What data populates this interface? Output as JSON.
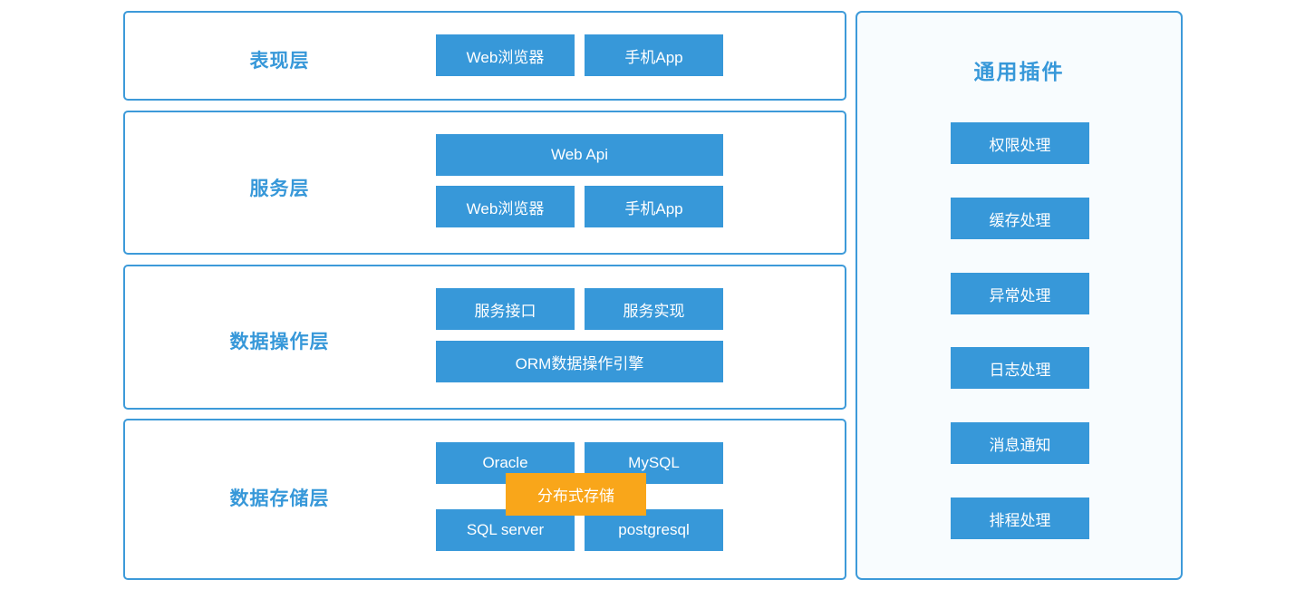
{
  "colors": {
    "node_blue": "#3798d9",
    "node_orange": "#f9a61a",
    "border_blue": "#3d9ad9",
    "panel_bg": "#f8fcfe",
    "label_blue": "#3798d9",
    "node_text": "#ffffff"
  },
  "layers": [
    {
      "label": "表现层",
      "buttons": [
        {
          "label": "Web浏览器"
        },
        {
          "label": "手机App"
        }
      ]
    },
    {
      "label": "服务层",
      "buttons": [
        {
          "label": "Web Api"
        },
        {
          "label": "Web浏览器"
        },
        {
          "label": "手机App"
        }
      ]
    },
    {
      "label": "数据操作层",
      "buttons": [
        {
          "label": "服务接口"
        },
        {
          "label": "服务实现"
        },
        {
          "label": "ORM数据操作引擎"
        }
      ]
    },
    {
      "label": "数据存储层",
      "buttons": [
        {
          "label": "Oracle"
        },
        {
          "label": "MySQL"
        },
        {
          "label": "SQL server"
        },
        {
          "label": "postgresql"
        }
      ],
      "overlay_button": {
        "label": "分布式存储"
      }
    }
  ],
  "plugins_panel": {
    "title": "通用插件",
    "buttons": [
      {
        "label": "权限处理"
      },
      {
        "label": "缓存处理"
      },
      {
        "label": "异常处理"
      },
      {
        "label": "日志处理"
      },
      {
        "label": "消息通知"
      },
      {
        "label": "排程处理"
      }
    ]
  }
}
